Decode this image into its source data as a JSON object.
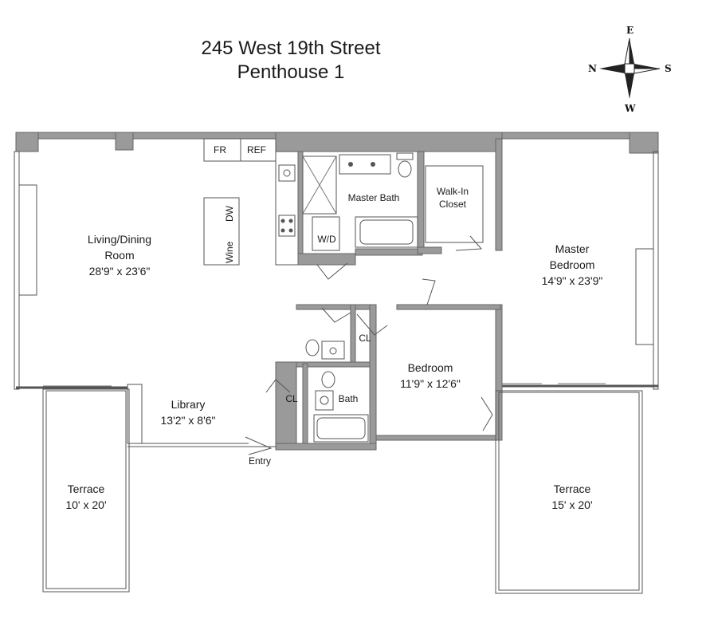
{
  "header": {
    "line1": "245 West 19th Street",
    "line2": "Penthouse 1"
  },
  "compass": {
    "n": "N",
    "s": "S",
    "e": "E",
    "w": "W"
  },
  "rooms": {
    "living": {
      "name1": "Living/Dining",
      "name2": "Room",
      "dims": "28'9\" x 23'6\""
    },
    "library": {
      "name": "Library",
      "dims": "13'2\" x 8'6\""
    },
    "master_bedroom": {
      "name1": "Master",
      "name2": "Bedroom",
      "dims": "14'9\" x 23'9\""
    },
    "bedroom": {
      "name": "Bedroom",
      "dims": "11'9\" x 12'6\""
    },
    "terrace_left": {
      "name": "Terrace",
      "dims": "10' x 20'"
    },
    "terrace_right": {
      "name": "Terrace",
      "dims": "15' x 20'"
    },
    "master_bath": {
      "name": "Master Bath"
    },
    "walk_in_closet": {
      "name1": "Walk-In",
      "name2": "Closet"
    },
    "bath": {
      "name": "Bath"
    },
    "closet1": {
      "name": "CL"
    },
    "closet2": {
      "name": "CL"
    },
    "wd": {
      "name": "W/D"
    },
    "entry": {
      "name": "Entry"
    }
  },
  "appliances": {
    "fridge": "FR",
    "ref": "REF",
    "dw": "DW",
    "wine": "Wine"
  }
}
